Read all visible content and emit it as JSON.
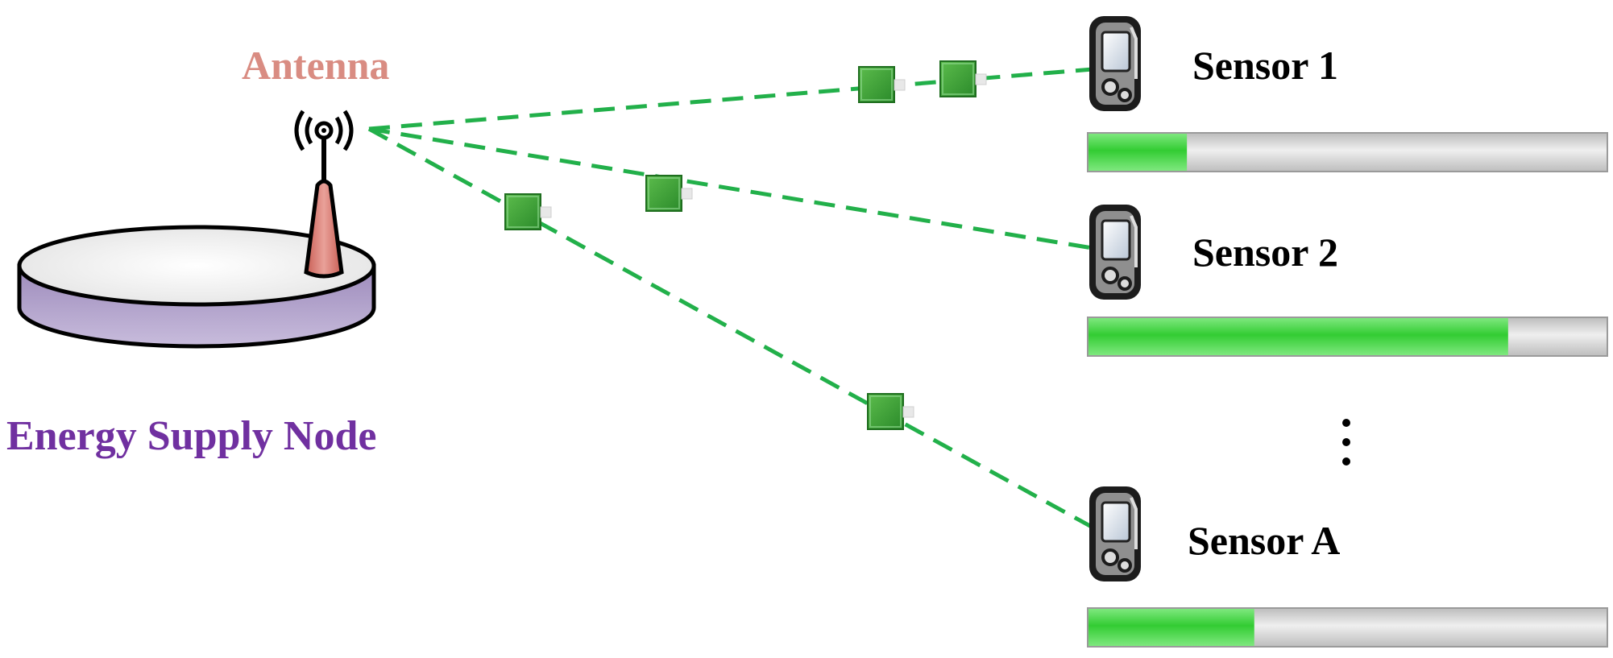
{
  "antenna_label": "Antenna",
  "node_label": "Energy Supply Node",
  "colors": {
    "antenna_label": "#d98c82",
    "node_label": "#7030a0",
    "beam": "#22b04a",
    "packet": "#3a9a3a",
    "energy_fill": "#3fd13f",
    "bar_track": "#d4d4d4",
    "base_top": "#ececec",
    "base_side": "#b3a3cc",
    "antenna_body": "#d9776c"
  },
  "icons": {
    "sensor": "handheld-device-icon",
    "antenna": "radio-antenna-icon",
    "packet": "energy-packet-icon"
  },
  "sensors": [
    {
      "label": "Sensor 1",
      "energy_level": 0.19
    },
    {
      "label": "Sensor 2",
      "energy_level": 0.81
    },
    {
      "label": "Sensor A",
      "energy_level": 0.32
    }
  ],
  "ellipsis": "⋮"
}
